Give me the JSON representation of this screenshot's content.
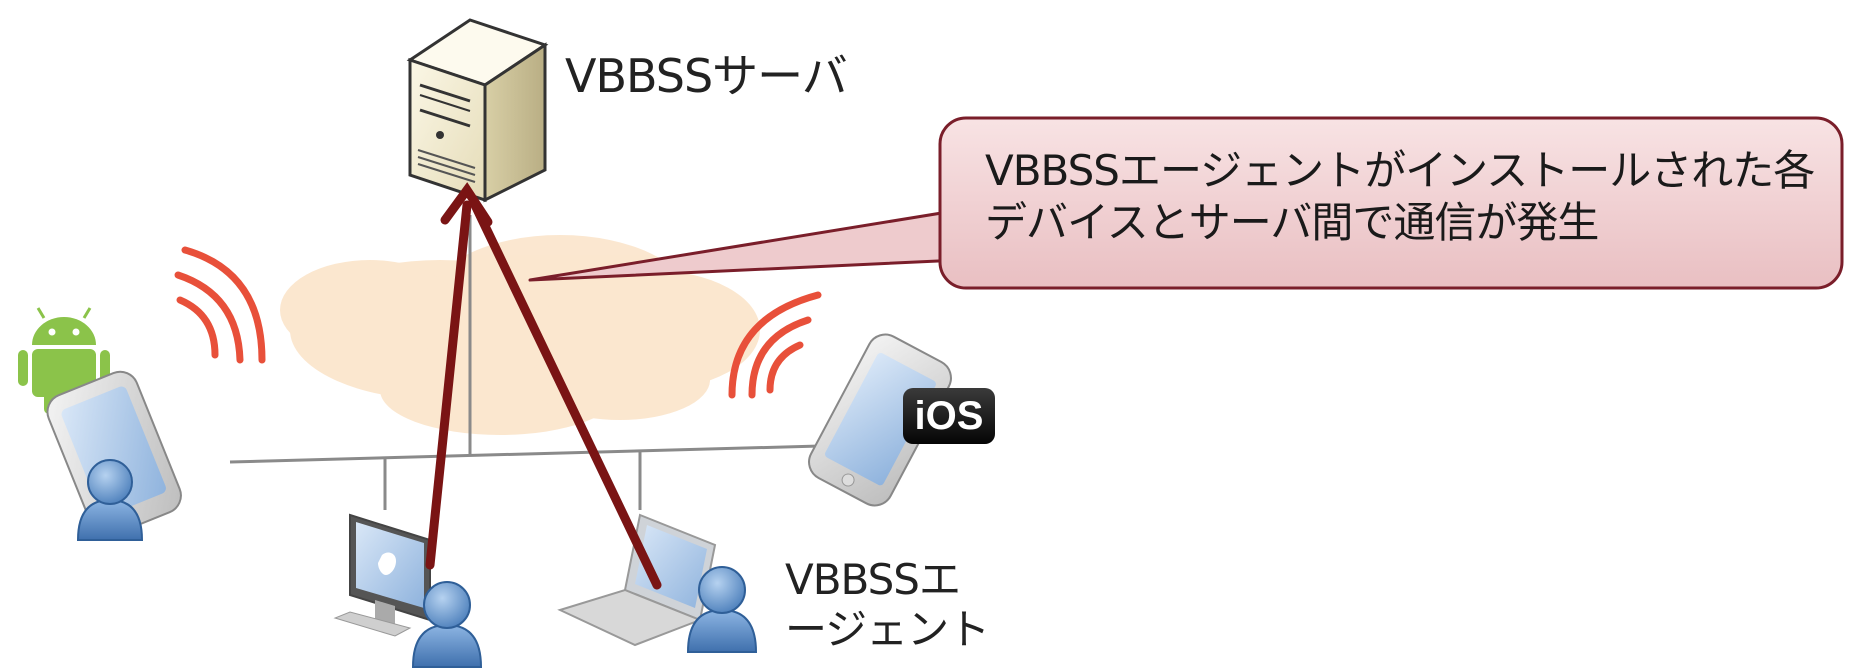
{
  "server": {
    "label": "VBBSSサーバ",
    "icon": "server-tower-icon"
  },
  "callout": {
    "text": "VBBSSエージェントがインストールされた各デバイスとサーバ間で通信が発生",
    "fill_color": "#f2d3d5",
    "border_color": "#7a1e2a"
  },
  "agent": {
    "label": "VBBSSエージェント"
  },
  "devices": {
    "android": {
      "icon": "android-icon"
    },
    "ios": {
      "badge": "iOS",
      "icon": "iphone-icon"
    },
    "mac": {
      "icon": "imac-icon"
    },
    "laptop": {
      "icon": "laptop-icon"
    }
  },
  "colors": {
    "arrow": "#7a1414",
    "wireless": "#e8503a",
    "cloud": "#fbe7cf",
    "user": "#5b8fc9",
    "network_line": "#8a8a8a"
  }
}
